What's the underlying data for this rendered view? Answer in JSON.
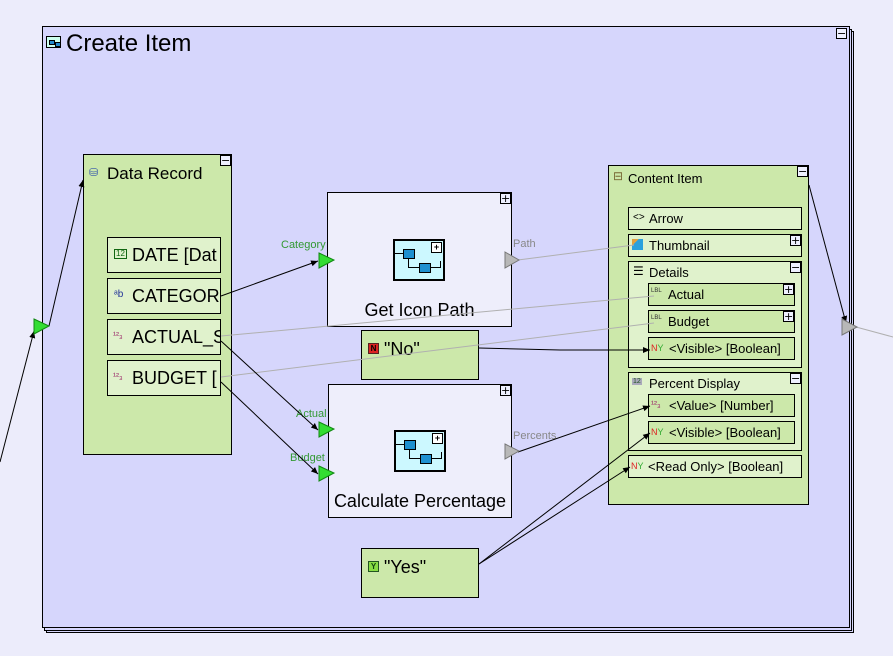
{
  "frame": {
    "title": "Create Item",
    "icon": "form-icon",
    "collapse_label": "−"
  },
  "data_record": {
    "title": "Data Record",
    "icon": "database-record-icon",
    "collapse_label": "−",
    "fields": [
      {
        "label": "DATE [Dat",
        "icon": "date-icon",
        "glyph": "12"
      },
      {
        "label": "CATEGOR",
        "icon": "text-type-icon",
        "glyph": "ab"
      },
      {
        "label": "ACTUAL_S",
        "icon": "number-type-icon",
        "glyph": "123"
      },
      {
        "label": "BUDGET [",
        "icon": "number-type-icon",
        "glyph": "123"
      }
    ]
  },
  "get_icon_path": {
    "title": "Get Icon Path",
    "expand_label": "+",
    "inputs": [
      {
        "label": "Category"
      }
    ],
    "outputs": [
      {
        "label": "Path"
      }
    ]
  },
  "calculate_percentage": {
    "title": "Calculate Percentage",
    "expand_label": "+",
    "inputs": [
      {
        "label": "Actual"
      },
      {
        "label": "Budget"
      }
    ],
    "outputs": [
      {
        "label": "Percents"
      }
    ]
  },
  "constant_no": {
    "label": "\"No\"",
    "badge": "N"
  },
  "constant_yes": {
    "label": "\"Yes\"",
    "badge": "Y"
  },
  "content_item": {
    "title": "Content Item",
    "collapse_label": "−",
    "rows": {
      "arrow": {
        "label": "Arrow",
        "glyph": "<>"
      },
      "thumbnail": {
        "label": "Thumbnail",
        "expand_label": "+"
      },
      "details": {
        "label": "Details",
        "collapse_label": "−",
        "children": {
          "actual": {
            "label": "Actual",
            "glyph": "LBL",
            "expand_label": "+"
          },
          "budget": {
            "label": "Budget",
            "glyph": "LBL",
            "expand_label": "+"
          },
          "visible": {
            "label": "<Visible> [Boolean]",
            "glyph": "NY"
          }
        }
      },
      "percent_display": {
        "label": "Percent Display",
        "glyph": "12",
        "collapse_label": "−",
        "children": {
          "value": {
            "label": "<Value> [Number]",
            "glyph": "123"
          },
          "visible": {
            "label": "<Visible> [Boolean]",
            "glyph": "NY"
          }
        }
      },
      "read_only": {
        "label": "<Read Only> [Boolean]",
        "glyph": "NY"
      }
    }
  },
  "colors": {
    "canvas": "#ececfb",
    "frame_fill": "#d6d6fc",
    "node_green": "#cce8aa",
    "field_green": "#e0f2cc",
    "process_fill": "#eeeefb",
    "port_green": "#33dd33",
    "port_gray": "#b8b8b8",
    "port_label_green": "#339933",
    "port_label_gray": "#888888"
  }
}
